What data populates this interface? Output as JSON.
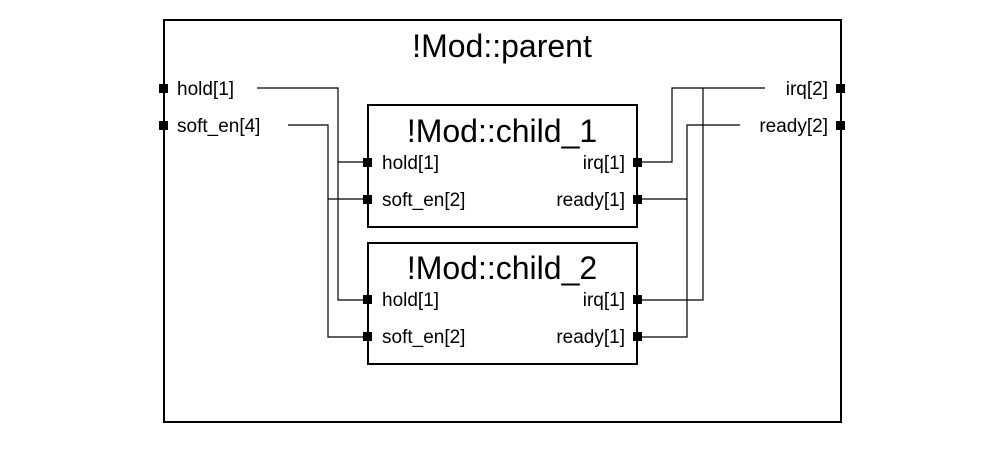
{
  "parent": {
    "title": "!Mod::parent",
    "inputs": [
      "hold[1]",
      "soft_en[4]"
    ],
    "outputs": [
      "irq[2]",
      "ready[2]"
    ]
  },
  "children": [
    {
      "title": "!Mod::child_1",
      "inputs": [
        "hold[1]",
        "soft_en[2]"
      ],
      "outputs": [
        "irq[1]",
        "ready[1]"
      ]
    },
    {
      "title": "!Mod::child_2",
      "inputs": [
        "hold[1]",
        "soft_en[2]"
      ],
      "outputs": [
        "irq[1]",
        "ready[1]"
      ]
    }
  ]
}
